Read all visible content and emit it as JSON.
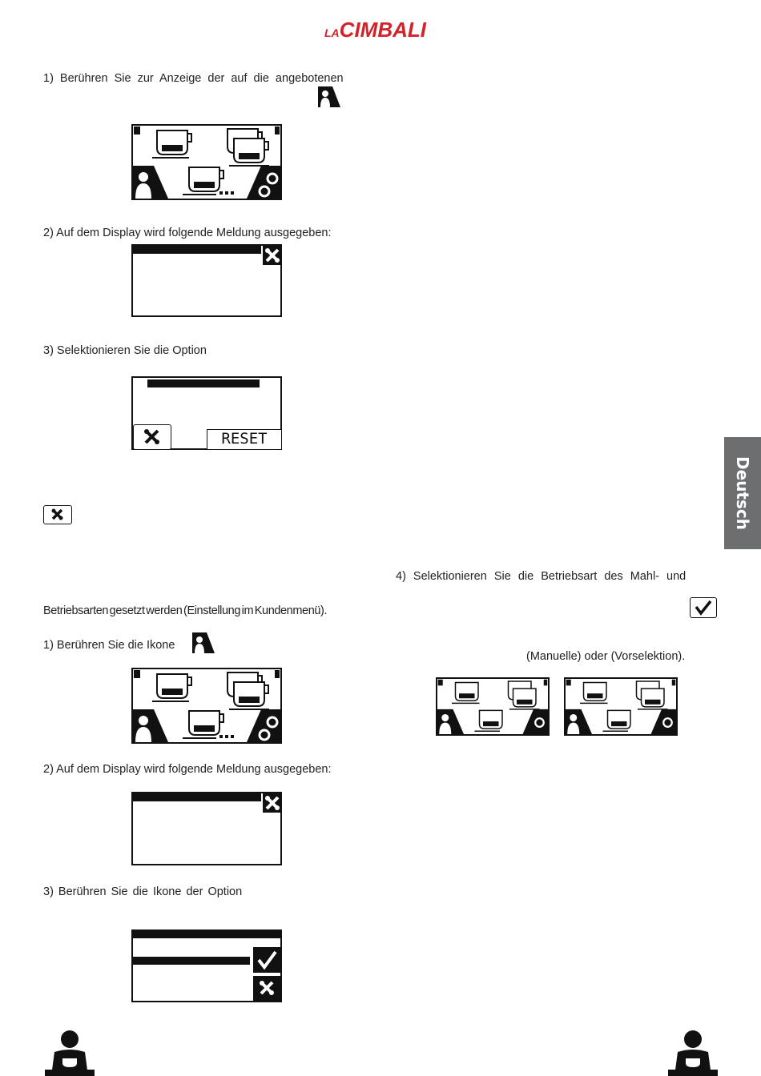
{
  "brand": {
    "prefix": "LA",
    "name": "CIMBALI"
  },
  "language_tab": "Deutsch",
  "colors": {
    "brand_red": "#d2232a",
    "tab_gray": "#6d6e70",
    "lcd_black": "#111111"
  },
  "section1": {
    "step1": "1) Berühren Sie zur Anzeige der auf die angebotenen",
    "step2": "2) Auf dem Display wird folgende Meldung ausgegeben:",
    "step3": "3) Selektionieren Sie die Option",
    "reset_label": "RESET",
    "step4": "4) Selektionieren Sie die Betriebsart des Mahl- und"
  },
  "section2": {
    "intro": "Betriebsarten gesetzt werden (Einstellung im Kundenmenü).",
    "step1": "1) Berühren Sie die Ikone",
    "modes_caption": "(Manuelle) oder     (Vorselektion).",
    "step2": "2) Auf dem Display wird folgende Meldung ausgegeben:",
    "step3": "3) Berühren Sie die Ikone der Option"
  },
  "icons": {
    "user": "user-icon",
    "settings": "gear-icon",
    "tools": "tools-icon",
    "confirm": "checkmark-icon",
    "footer": "barista-icon"
  }
}
